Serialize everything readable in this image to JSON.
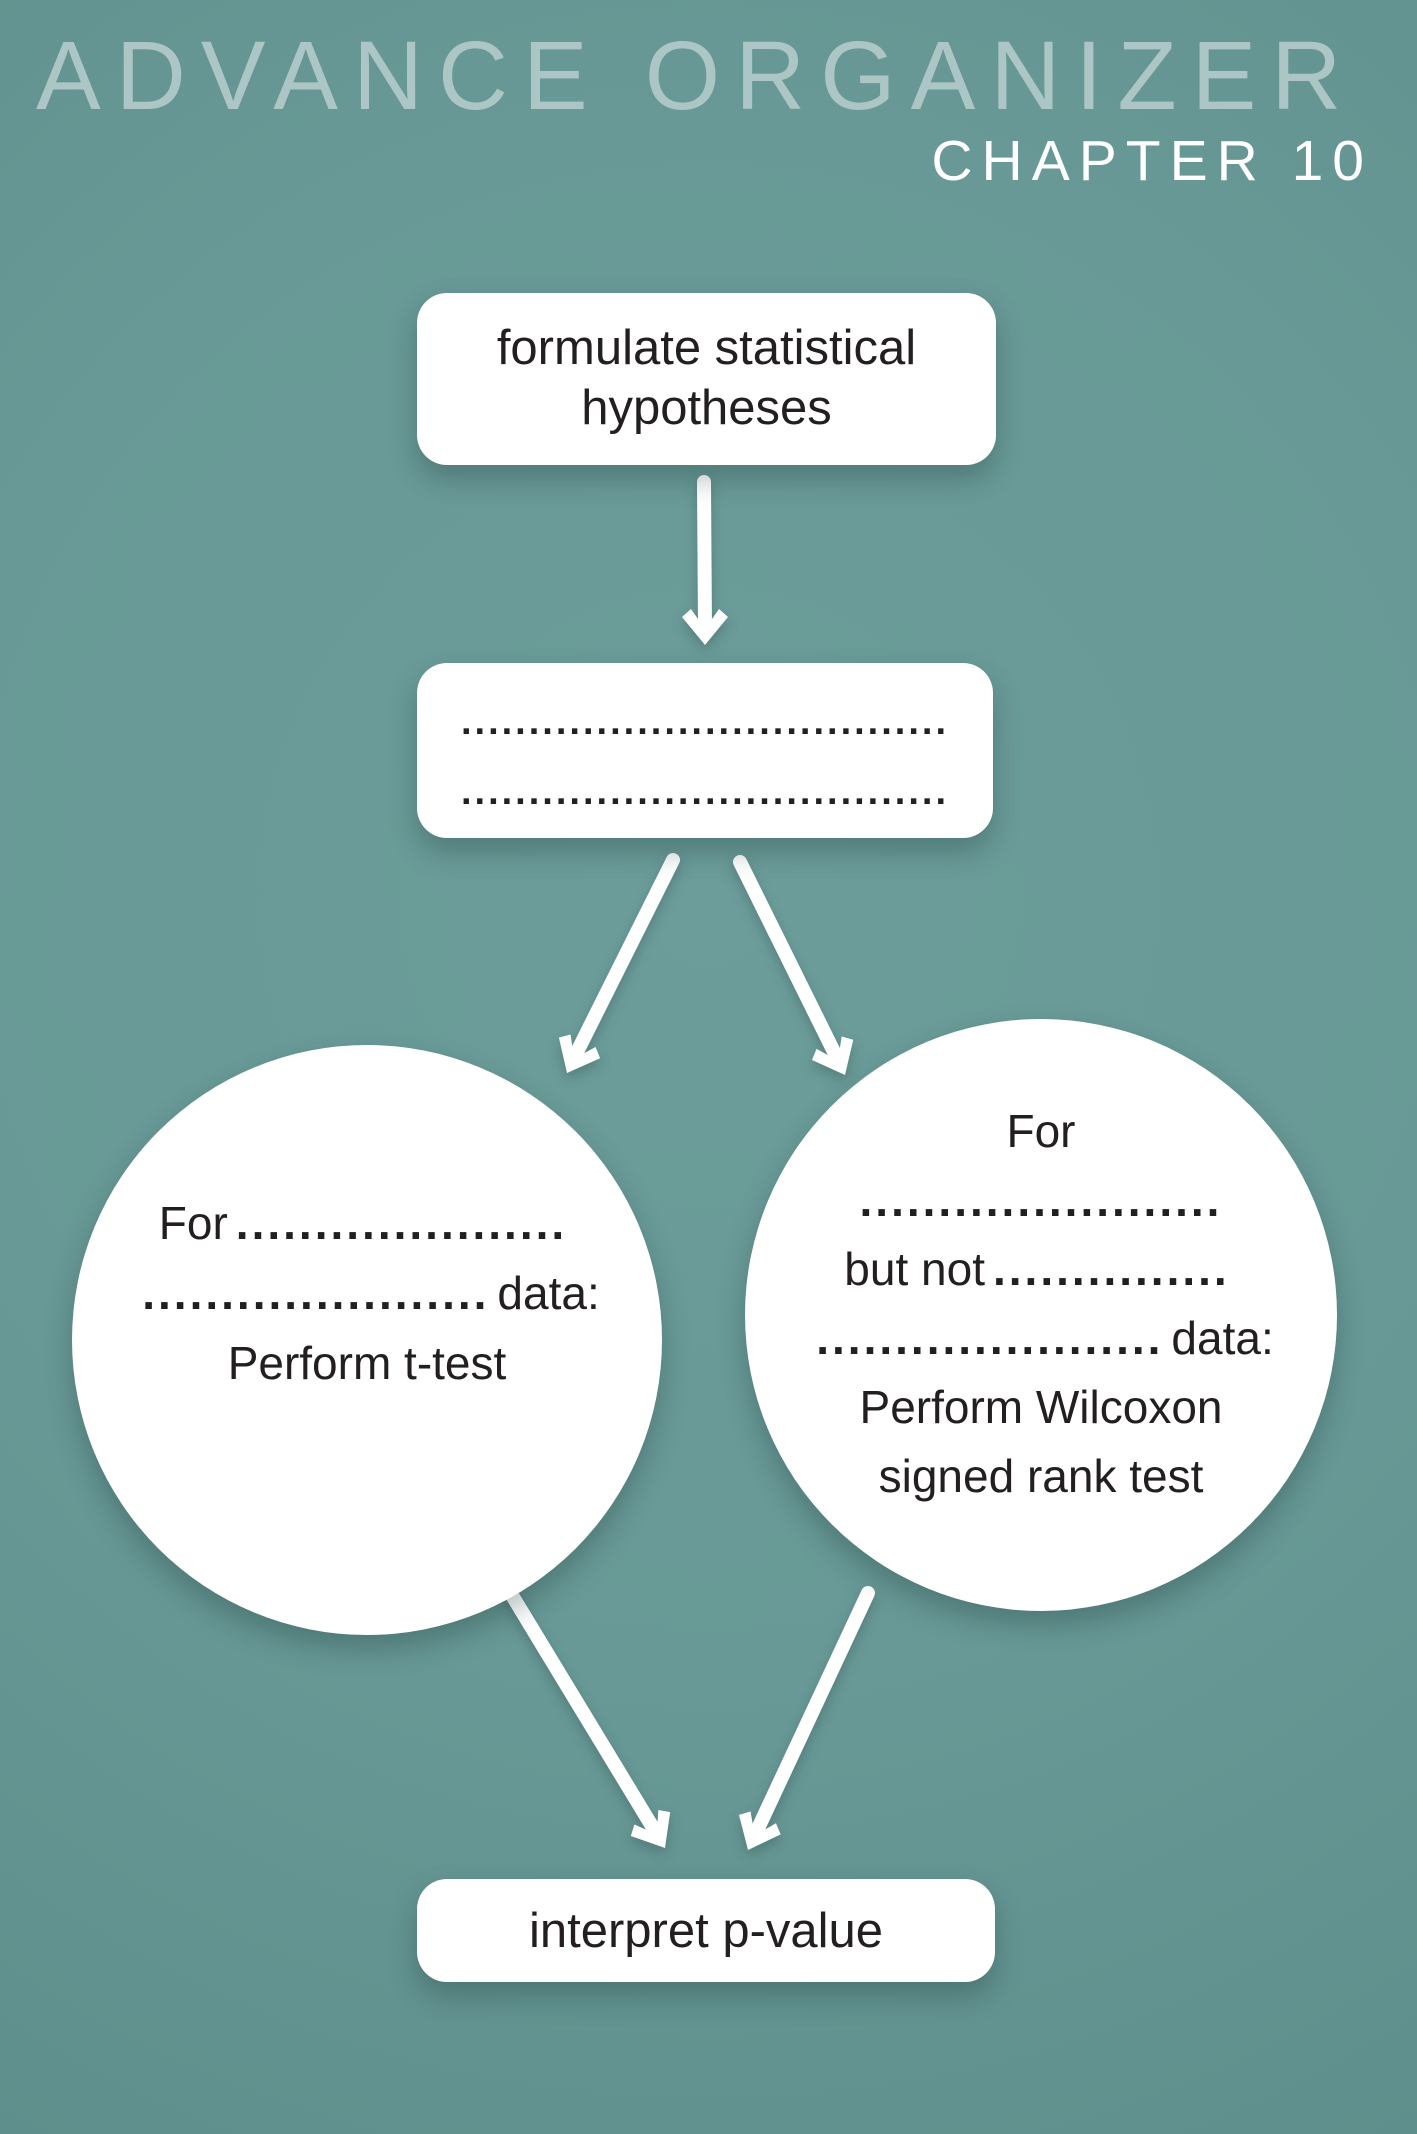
{
  "colors": {
    "background": "#689996",
    "title": "#abc6c4",
    "subtitle": "#ffffff",
    "node_fill": "#ffffff",
    "node_text": "#231f20",
    "arrow": "#ffffff"
  },
  "header": {
    "title": "ADVANCE ORGANIZER",
    "chapter": "CHAPTER 10"
  },
  "flow": {
    "top_box": {
      "lines": [
        "formulate statistical",
        "hypotheses"
      ]
    },
    "blank_box": {
      "rows": [
        "....................................",
        "...................................."
      ]
    },
    "left_circle": {
      "line1_pre": "For",
      "line1_dots": ".....................",
      "line2_dots": "......................",
      "line2_post": "data:",
      "line3": "Perform t-test"
    },
    "right_circle": {
      "line1": "For",
      "line2_dots": ".......................",
      "line3_pre": "but not",
      "line3_dots": "...............",
      "line4_dots": "......................",
      "line4_post": "data:",
      "line5": "Perform Wilcoxon",
      "line6": "signed rank test"
    },
    "bottom_box": {
      "label": "interpret p-value"
    },
    "arrows": [
      "arrow-top-to-blank",
      "arrow-blank-to-left-circle",
      "arrow-blank-to-right-circle",
      "arrow-left-circle-to-bottom",
      "arrow-right-circle-to-bottom"
    ]
  }
}
